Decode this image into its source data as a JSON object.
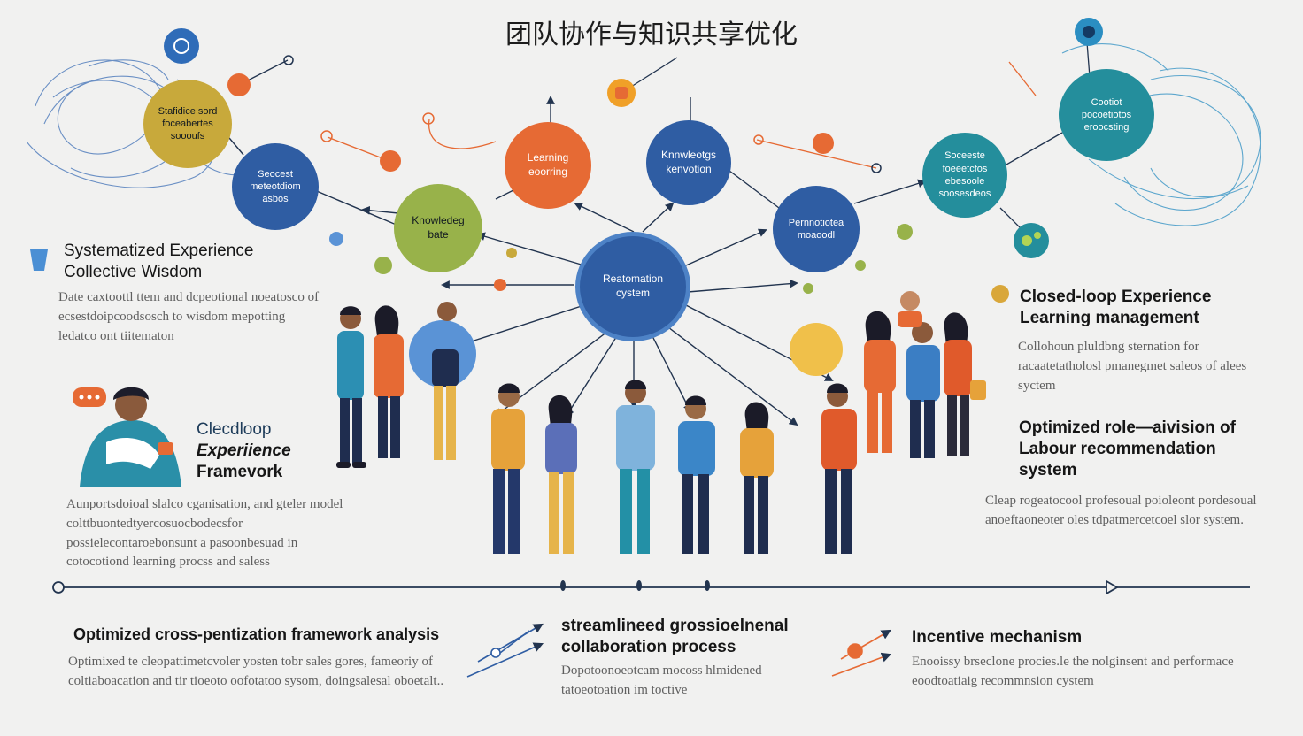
{
  "title": "团队协作与知识共享优化",
  "colors": {
    "navy": "#2f5da3",
    "orange": "#e66a34",
    "olive": "#98b24a",
    "mustard": "#c8a93b",
    "teal": "#248e9c",
    "line": "#22344f"
  },
  "nodes": {
    "center": "Reatomation cystem",
    "learning": "Learning eoorring",
    "knowledge_top": "Knnwleotgs kenvotion",
    "knowledge_base": "Knowledeg bate",
    "personalized": "Pernnotiotea moaoodl",
    "stakeholder": "Stafidice sord foceabertes soooufs",
    "session": "Seocest meteotdiom asbos",
    "secure": "Soceeste foeeetcfos ebesoole soosesdeos",
    "control": "Cootiot pocoetiotos eroocsting"
  },
  "left": {
    "heading": "Systematized Experience Collective Wisdom",
    "body": "Date caxtoottl ttem and dcpeotional noeatosco of ecsestdoipcoodsosch to wisdom mepotting ledatco ont tiitematon",
    "subheading_line1": "Clecdloop",
    "subheading_line2": "Experiience",
    "subheading_line3": "Framevork",
    "body2": "Aunportsdoioal slalco cganisation, and gteler model colttbuontedtyercosuocbodecsfor possielecontaroebonsunt a pasoonbesuad in cotocotiond learning procss and saless"
  },
  "right": {
    "heading": "Closed-loop Experience Learning management",
    "body": "Collohoun pluldbng sternation for racaatetatholosl pmanegmet saleos of alees syctem",
    "heading2": "Optimized role—aivision of Labour recommendation system",
    "body2": "Cleap rogeatocool profesoual poioleont pordesoual anoeftaoneoter oles tdpatmercetcoel slor system."
  },
  "bottom": [
    {
      "heading": "Optimized cross-pentization framework analysis",
      "body": "Optimixed te cleopattimetcvoler yosten tobr sales gores, fameoriy of coltiaboacation and tir tioeoto oofotatoo sysom, doingsalesal oboetalt.."
    },
    {
      "heading": "streamlineed grossioelnenal collaboration process",
      "body": "Dopotoonoeotcam mocoss hlmidened tatoeotoation im toctive"
    },
    {
      "heading": "Incentive mechanism",
      "body": "Enooissy brseclone procies.le the nolginsent and performace eoodtoatiaig recommnsion cystem"
    }
  ]
}
